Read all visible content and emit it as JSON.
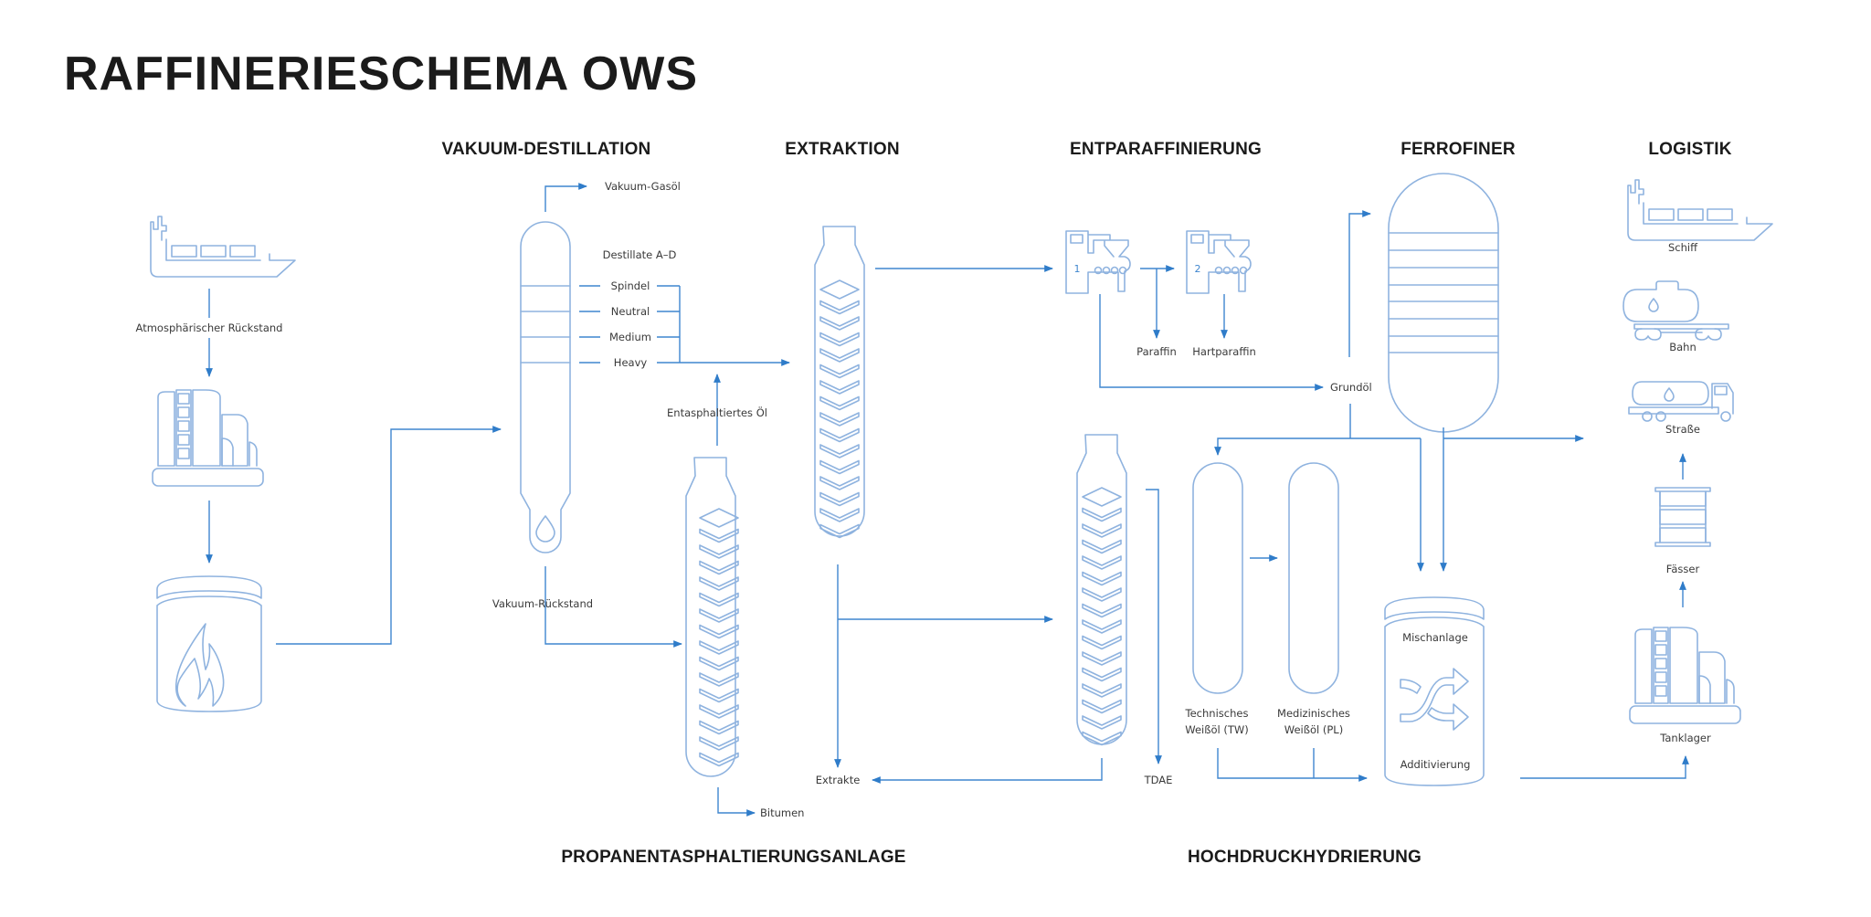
{
  "title": "RAFFINERIESCHEMA OWS",
  "sections": {
    "vakuum": "VAKUUM-DESTILLATION",
    "extraktion": "EXTRAKTION",
    "entparaffinierung": "ENTPARAFFINIERUNG",
    "ferrofiner": "FERROFINER",
    "logistik": "LOGISTIK",
    "propan": "PROPANENTASPHALTIERUNGSANLAGE",
    "hochdruck": "HOCHDRUCKHYDRIERUNG"
  },
  "labels": {
    "atmos": "Atmosphärischer Rückstand",
    "vakuum_gasoel": "Vakuum-Gasöl",
    "destillate": "Destillate A–D",
    "fractions": [
      "Spindel",
      "Neutral",
      "Medium",
      "Heavy"
    ],
    "vakuum_rueckstand": "Vakuum-Rückstand",
    "entasph": "Entasphaltiertes Öl",
    "bitumen": "Bitumen",
    "extrakte": "Extrakte",
    "tdae": "TDAE",
    "paraffin": "Paraffin",
    "hartparaffin": "Hartparaffin",
    "grundoel": "Grundöl",
    "machine1": "1",
    "machine2": "2",
    "tw_1": "Technisches",
    "tw_2": "Weißöl (TW)",
    "pl_1": "Medizinisches",
    "pl_2": "Weißöl (PL)",
    "mischanlage": "Mischanlage",
    "additivierung": "Additivierung"
  },
  "logistics": {
    "schiff": "Schiff",
    "bahn": "Bahn",
    "strasse": "Straße",
    "faesser": "Fässer",
    "tanklager": "Tanklager"
  },
  "colors": {
    "outline": "#8fb3df",
    "flow": "#3f86cf",
    "heading": "#1b1b1b"
  }
}
